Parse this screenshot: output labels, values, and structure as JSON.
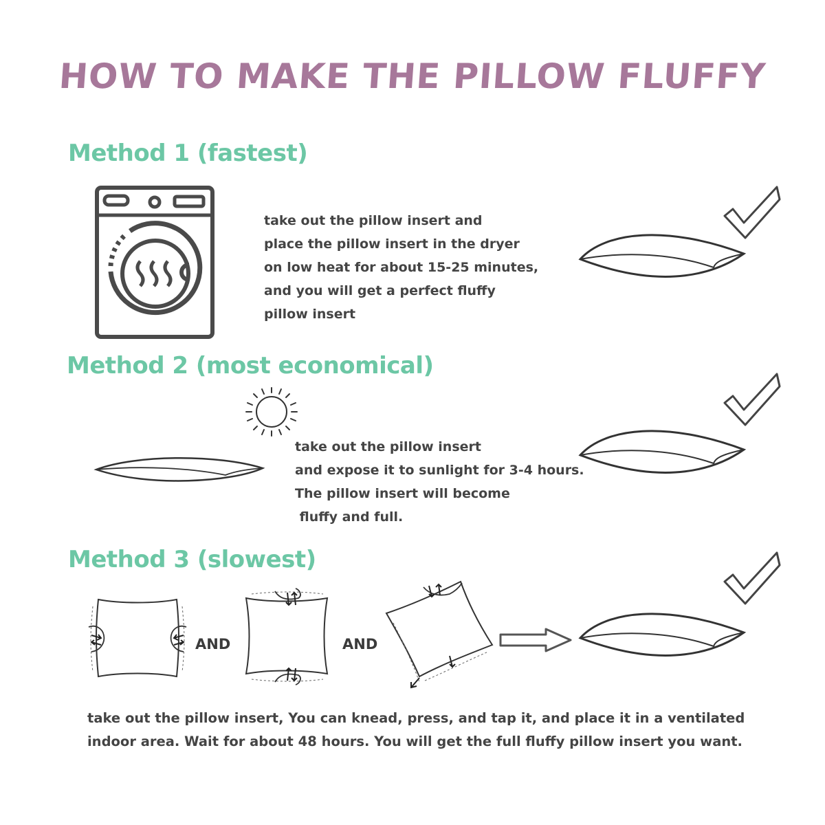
{
  "title": "HOW TO MAKE THE PILLOW FLUFFY",
  "colors": {
    "title": "#a7789a",
    "heading": "#6cc7a5",
    "text": "#444444",
    "icon": "#4a4a4a"
  },
  "method1": {
    "heading": "Method 1 (fastest)",
    "lines": [
      "take out the pillow insert and",
      "place the pillow insert in the dryer",
      "on low heat for about 15-25 minutes,",
      "and you will get a perfect fluffy",
      "pillow insert"
    ],
    "icons": [
      "dryer-icon",
      "fluffy-pillow-icon",
      "checkmark-icon"
    ]
  },
  "method2": {
    "heading": "Method 2 (most economical)",
    "lines": [
      "take out the pillow insert",
      "and expose it to sunlight for 3-4 hours.",
      "The pillow insert will become",
      " fluffy and full."
    ],
    "icons": [
      "sun-icon",
      "flat-pillow-icon",
      "fluffy-pillow-icon",
      "checkmark-icon"
    ]
  },
  "method3": {
    "heading": "Method 3 (slowest)",
    "and_1": "AND",
    "and_2": "AND",
    "lines": [
      "take out the pillow insert, You can knead, press, and tap it, and place it in a ventilated",
      "indoor area. Wait for about 48 hours. You will get the full fluffy pillow insert you want."
    ],
    "icons": [
      "press-sides-icon",
      "press-top-bottom-icon",
      "press-corners-icon",
      "arrow-right-icon",
      "fluffy-pillow-icon",
      "checkmark-icon"
    ]
  }
}
